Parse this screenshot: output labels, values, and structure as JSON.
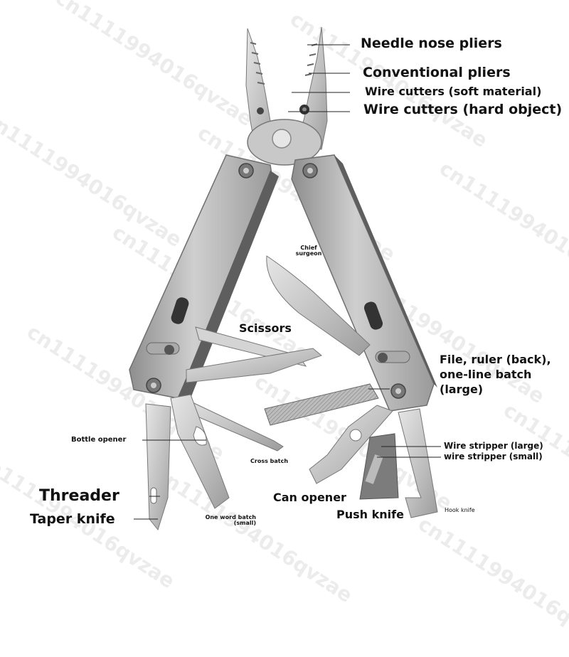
{
  "labels": {
    "needle_nose_pliers": "Needle nose pliers",
    "conventional_pliers": "Conventional pliers",
    "wire_cutters_soft": "Wire cutters (soft material)",
    "wire_cutters_hard": "Wire cutters (hard object)",
    "chief_surgeon": "Chief surgeon",
    "scissors": "Scissors",
    "file_ruler": "File, ruler (back), one-line batch (large)",
    "bottle_opener": "Bottle opener",
    "cross_batch": "Cross batch",
    "wire_stripper_large": "Wire stripper (large)",
    "wire_stripper_small": "wire stripper (small)",
    "threader": "Threader",
    "can_opener": "Can opener",
    "taper_knife": "Taper knife",
    "one_word_batch": "One word batch (small)",
    "push_knife": "Push knife",
    "hook_knife": "Hook knife"
  },
  "watermark": "cn1111994016qvzae",
  "colors": {
    "handle": "#a9a9a9",
    "handle_light": "#c9c9c9",
    "blade": "#bdbdbd",
    "blade_light": "#e2e2e2",
    "edge": "#5a5a5a",
    "text": "#111111"
  }
}
